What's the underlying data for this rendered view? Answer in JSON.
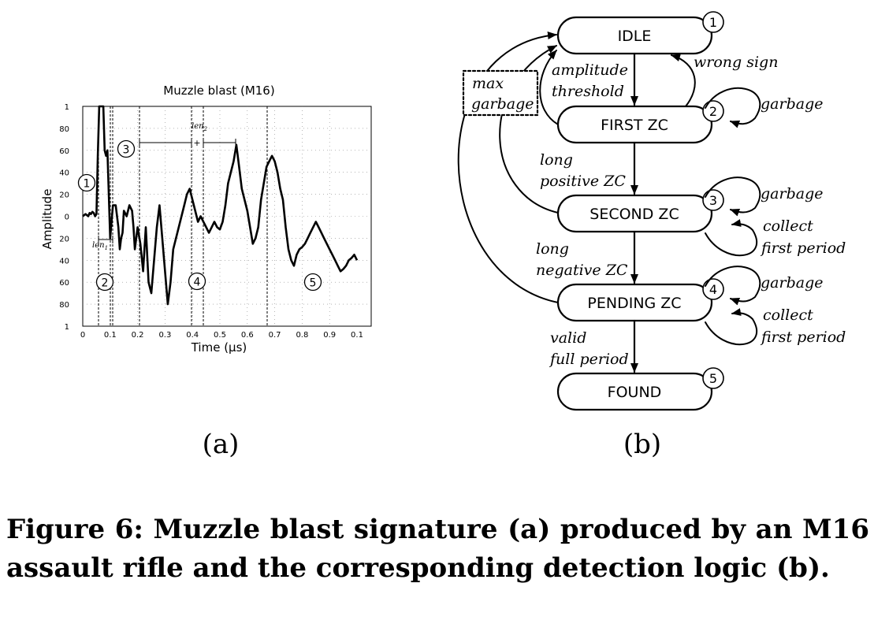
{
  "panel_a": {
    "sublabel": "(a)",
    "markers": {
      "m1": "1",
      "m2": "2",
      "m3": "3",
      "m4": "4",
      "m5": "5"
    },
    "annotations": {
      "len1": "len",
      "len1_sub": "1",
      "len2": "len",
      "len2_sub": "2",
      "plus": "+"
    }
  },
  "chart_data": {
    "type": "line",
    "title": "Muzzle blast (M16)",
    "xlabel": "Time (µs)",
    "ylabel": "Amplitude",
    "x_tick_labels": [
      "0",
      "0.1",
      "0.2",
      "0.3",
      "0.4",
      "0.5",
      "0.6",
      "0.7",
      "0.8",
      "0.9",
      "0.1"
    ],
    "y_tick_labels": [
      "1",
      "80",
      "60",
      "40",
      "20",
      "0",
      "20",
      "40",
      "60",
      "80",
      "1"
    ],
    "ylim": [
      -100,
      100
    ],
    "grid": true,
    "series": [
      {
        "x": [
          0,
          0.01,
          0.02,
          0.025,
          0.03,
          0.035,
          0.04,
          0.045,
          0.05,
          0.055,
          0.06,
          0.065,
          0.07,
          0.075,
          0.08,
          0.085,
          0.09,
          0.1,
          0.11,
          0.12,
          0.13,
          0.135,
          0.14,
          0.145,
          0.15,
          0.16,
          0.17,
          0.18,
          0.185,
          0.19,
          0.2,
          0.21,
          0.22,
          0.23,
          0.24,
          0.25,
          0.26,
          0.27,
          0.28,
          0.29,
          0.3,
          0.31,
          0.32,
          0.33,
          0.34,
          0.35,
          0.36,
          0.37,
          0.38,
          0.39,
          0.4,
          0.41,
          0.42,
          0.43,
          0.44,
          0.45,
          0.46,
          0.47,
          0.48,
          0.49,
          0.5,
          0.51,
          0.52,
          0.53,
          0.54,
          0.55,
          0.56,
          0.57,
          0.58,
          0.59,
          0.6,
          0.61,
          0.62,
          0.63,
          0.64,
          0.65,
          0.66,
          0.67,
          0.68,
          0.69,
          0.7,
          0.71,
          0.72,
          0.73,
          0.74,
          0.75,
          0.76,
          0.77,
          0.78,
          0.79,
          0.8,
          0.81,
          0.82,
          0.83,
          0.84,
          0.85,
          0.86,
          0.87,
          0.88,
          0.89,
          0.9,
          0.91,
          0.92,
          0.93,
          0.94,
          0.95,
          0.96,
          0.97,
          0.98,
          0.99,
          1.0
        ],
        "y": [
          0,
          2,
          0,
          3,
          2,
          4,
          3,
          0,
          2,
          55,
          100,
          100,
          100,
          100,
          60,
          55,
          60,
          -20,
          10,
          10,
          -10,
          -30,
          -20,
          -15,
          5,
          0,
          10,
          5,
          -10,
          -30,
          -10,
          -25,
          -50,
          -10,
          -60,
          -70,
          -40,
          -10,
          10,
          -20,
          -50,
          -80,
          -60,
          -30,
          -20,
          -10,
          0,
          10,
          20,
          25,
          15,
          5,
          -5,
          0,
          -5,
          -10,
          -15,
          -10,
          -5,
          -10,
          -12,
          -5,
          10,
          30,
          40,
          50,
          65,
          45,
          25,
          15,
          5,
          -10,
          -25,
          -20,
          -10,
          15,
          30,
          45,
          50,
          55,
          50,
          40,
          25,
          15,
          -10,
          -30,
          -40,
          -45,
          -35,
          -30,
          -28,
          -25,
          -20,
          -15,
          -10,
          -5,
          -10,
          -15,
          -20,
          -25,
          -30,
          -35,
          -40,
          -45,
          -50,
          -48,
          -45,
          -40,
          -38,
          -35,
          -40
        ]
      }
    ]
  },
  "panel_b": {
    "sublabel": "(b)",
    "states": {
      "idle": {
        "label": "IDLE",
        "num": "1"
      },
      "first": {
        "label": "FIRST ZC",
        "num": "2"
      },
      "second": {
        "label": "SECOND ZC",
        "num": "3"
      },
      "pending": {
        "label": "PENDING ZC",
        "num": "4"
      },
      "found": {
        "label": "FOUND",
        "num": "5"
      }
    },
    "edges": {
      "amplitude": "amplitude",
      "threshold": "threshold",
      "wrong_sign": "wrong sign",
      "garbage": "garbage",
      "max": "max",
      "max_garbage": "garbage",
      "long1": "long",
      "positive_zc": "positive ZC",
      "long2": "long",
      "negative_zc": "negative ZC",
      "collect": "collect",
      "first_period": "first period",
      "valid": "valid",
      "full_period": "full period"
    }
  },
  "caption": {
    "text": "Figure 6: Muzzle blast signature (a) produced by an M16 assault rifle and the corresponding detection logic (b)."
  }
}
